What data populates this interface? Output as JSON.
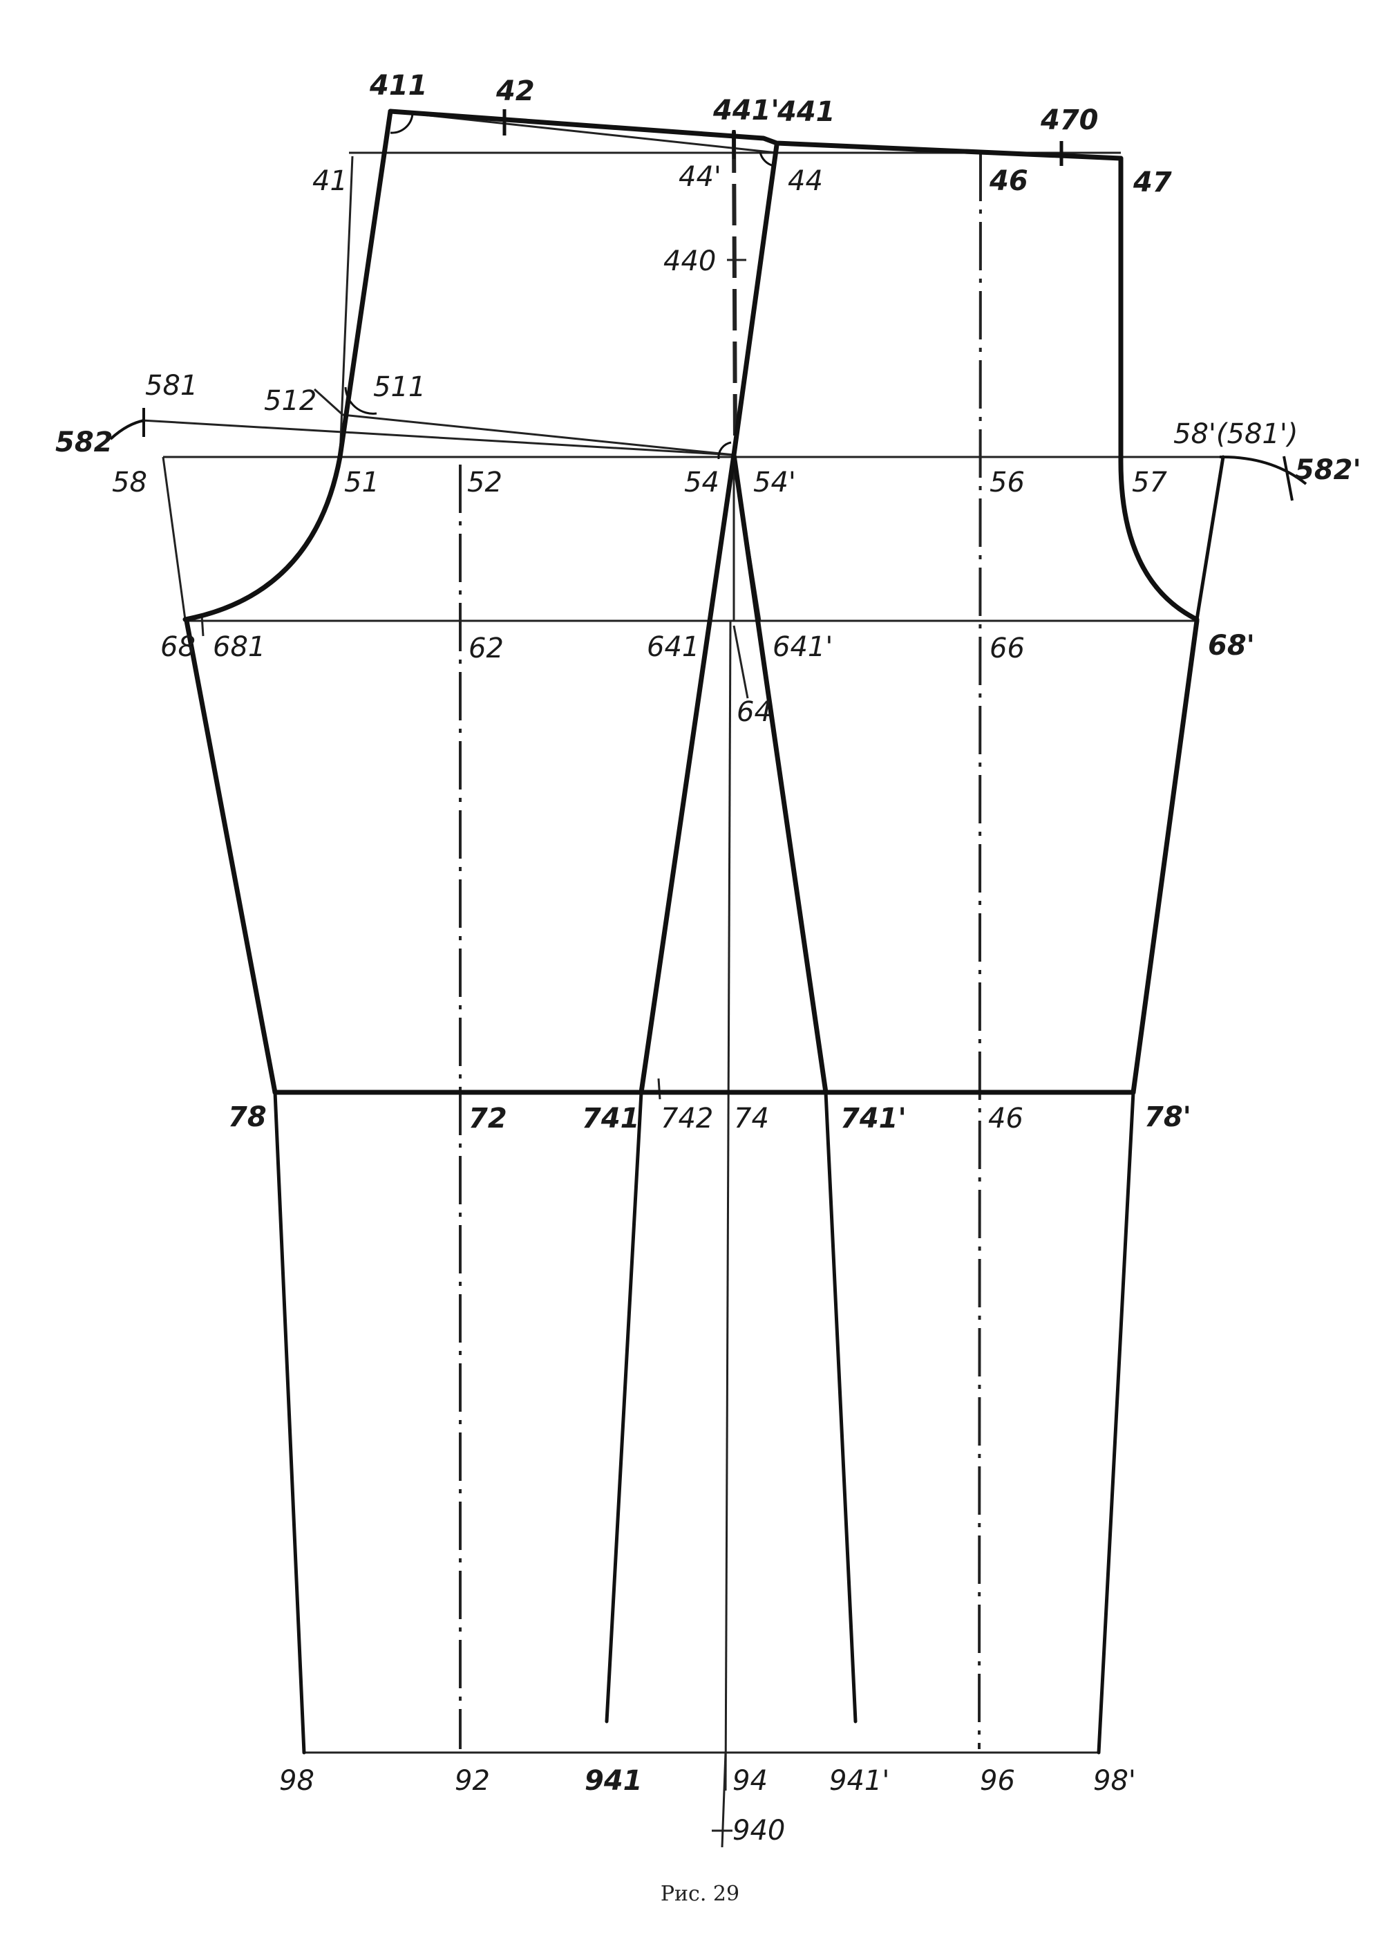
{
  "figure": {
    "caption": "Рис. 29"
  },
  "points": {
    "p411": "411",
    "p42": "42",
    "p441p": "441'",
    "p441": "441",
    "p470": "470",
    "p41": "41",
    "p44p": "44'",
    "p44": "44",
    "p46top": "46",
    "p47": "47",
    "p440": "440",
    "p581": "581",
    "p512": "512",
    "p511": "511",
    "p582": "582",
    "p58p581p": "58'(581')",
    "p582p": "582'",
    "p58": "58",
    "p51": "51",
    "p52": "52",
    "p54": "54",
    "p54p": "54'",
    "p56": "56",
    "p57": "57",
    "p68": "68",
    "p681": "681",
    "p62": "62",
    "p641": "641",
    "p641p": "641'",
    "p66": "66",
    "p68p": "68'",
    "p64": "64",
    "p78": "78",
    "p72": "72",
    "p741": "741",
    "p742": "742",
    "p74": "74",
    "p741p": "741'",
    "p46knee": "46",
    "p78p": "78'",
    "p98": "98",
    "p92": "92",
    "p941": "941",
    "p94": "94",
    "p941p": "941'",
    "p96": "96",
    "p98p": "98'",
    "p940": "940"
  }
}
